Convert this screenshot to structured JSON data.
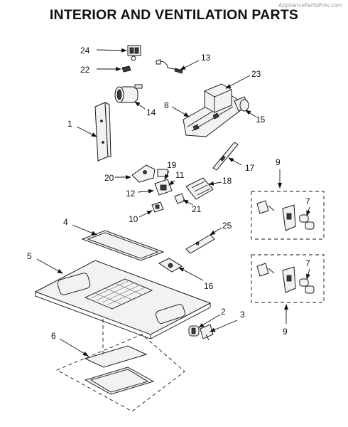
{
  "watermark": "AppliancePartsPros.com",
  "title": "INTERIOR AND VENTILATION PARTS",
  "callouts": {
    "c1": "1",
    "c2": "2",
    "c3": "3",
    "c4": "4",
    "c5": "5",
    "c6": "6",
    "c7a": "7",
    "c7b": "7",
    "c8": "8",
    "c9a": "9",
    "c9b": "9",
    "c10": "10",
    "c11": "11",
    "c12": "12",
    "c13": "13",
    "c14": "14",
    "c15": "15",
    "c16": "16",
    "c17": "17",
    "c18": "18",
    "c19": "19",
    "c20": "20",
    "c21": "21",
    "c22": "22",
    "c23": "23",
    "c24": "24",
    "c25": "25"
  }
}
